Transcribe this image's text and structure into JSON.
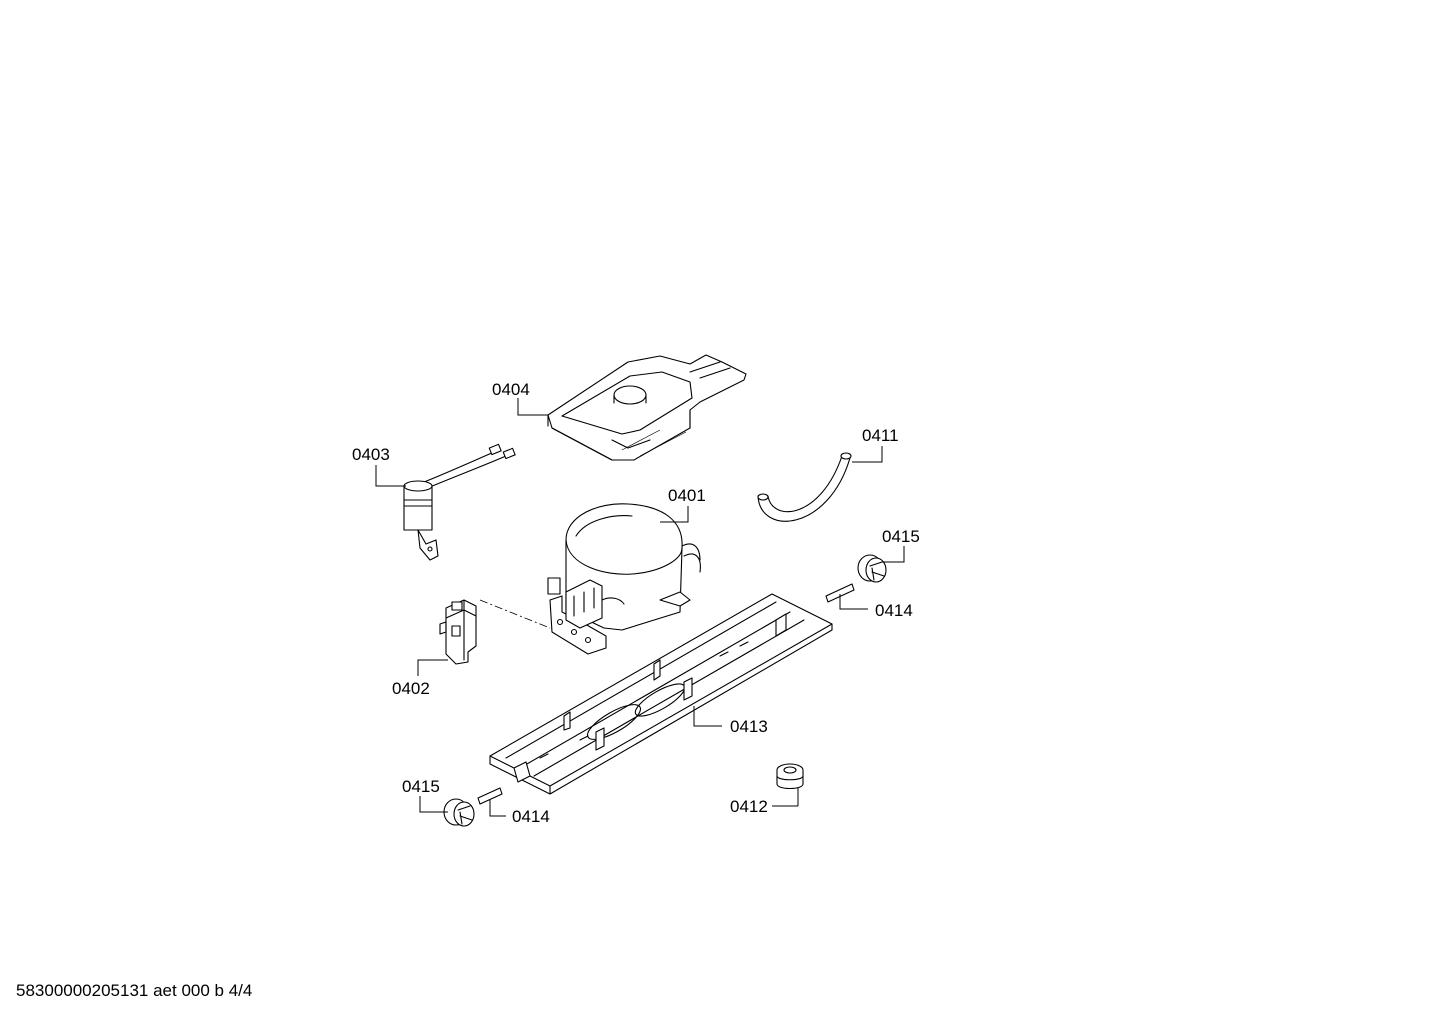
{
  "footer": {
    "document_id": "58300000205131 aet 000 b 4/4"
  },
  "parts": {
    "p0401": "0401",
    "p0402": "0402",
    "p0403": "0403",
    "p0404": "0404",
    "p0411": "0411",
    "p0412": "0412",
    "p0413": "0413",
    "p0414_right": "0414",
    "p0414_left": "0414",
    "p0415_right": "0415",
    "p0415_left": "0415"
  }
}
